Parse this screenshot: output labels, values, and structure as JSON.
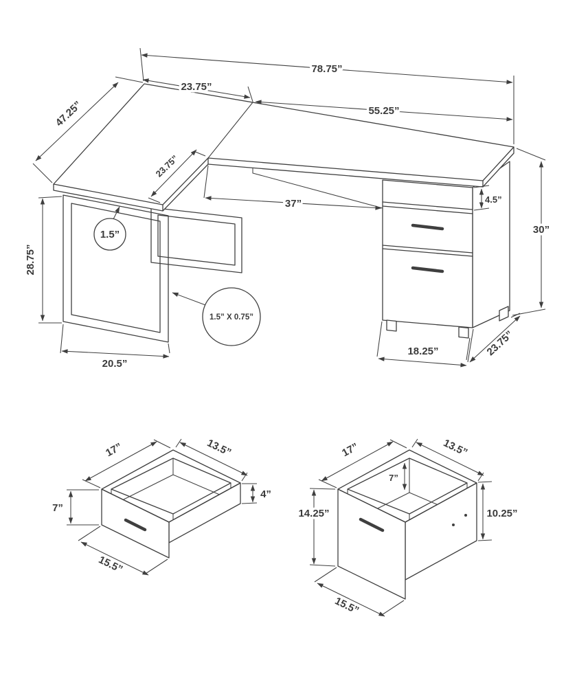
{
  "colors": {
    "line": "#3f3f3f",
    "text": "#3b3b3b",
    "background": "#ffffff"
  },
  "desk": {
    "overall_width": "78.75”",
    "return_top_width": "23.75”",
    "main_top_width": "55.25”",
    "return_length": "47.25”",
    "corner_seam_depth": "23.75”",
    "knee_space_width": "37”",
    "cubby_height": "4.5”",
    "overall_height": "30”",
    "frame_thickness": "1.5”",
    "leg_panel_height": "28.75”",
    "tube_profile": "1.5” X 0.75”",
    "leg_base_width": "20.5”",
    "cabinet_width": "18.25”",
    "cabinet_depth": "23.75”"
  },
  "small_drawer": {
    "top_width": "17”",
    "top_depth": "13.5”",
    "front_height": "7”",
    "side_height": "4”",
    "bottom_depth": "15.5”"
  },
  "large_drawer": {
    "top_width": "17”",
    "top_depth": "13.5”",
    "interior_depth": "7”",
    "front_height": "14.25”",
    "side_height": "10.25”",
    "bottom_depth": "15.5”"
  }
}
